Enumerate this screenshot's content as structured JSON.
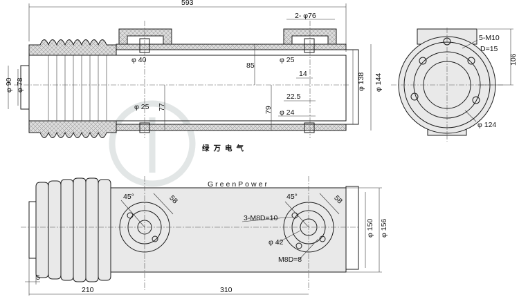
{
  "watermark": {
    "cn": "绿万电气",
    "en": "GreenPower"
  },
  "dimensions": {
    "overall_length": "593",
    "top_bolt_dia": "2- φ76",
    "dia_40": "φ 40",
    "dia_25_top": "φ 25",
    "height_85": "85",
    "dim_14": "14",
    "dia_90": "φ 90",
    "dia_78": "φ 78",
    "dia_138": "φ 138",
    "dia_144": "φ 144",
    "dim_22_5": "22.5",
    "dia_25_bottom": "φ 25",
    "height_77": "77",
    "height_79": "79",
    "dia_24": "φ 24",
    "m10": "5-M10",
    "depth_15": "D=15",
    "height_106": "106",
    "dia_124": "φ 124",
    "angle_left": "45°",
    "dim_58_left": "58",
    "angle_right": "45°",
    "dim_58_right": "58",
    "m8_3": "3-M8D=10",
    "dia_42": "φ 42",
    "m8_d8": "M8D=8",
    "dia_150": "φ 150",
    "dia_156": "φ 156",
    "dim_5": "5",
    "dim_210": "210",
    "dim_310": "310"
  }
}
